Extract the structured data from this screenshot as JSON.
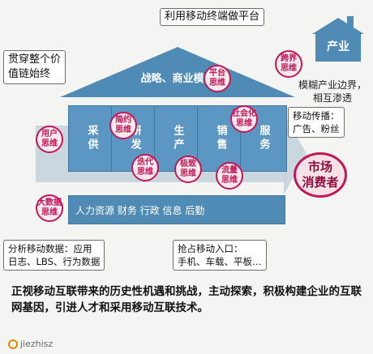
{
  "roof_label": "战略、商业模式",
  "pillars": [
    "采供",
    "研发",
    "生产",
    "销售",
    "服务"
  ],
  "base_label": "人力资源  财务  行政  信息  后勤",
  "market_label": [
    "市场",
    "消费者"
  ],
  "industry_label": "产业",
  "badges": {
    "platform": [
      "平台",
      "思维"
    ],
    "crossover": [
      "跨界",
      "思维"
    ],
    "simple": [
      "简约",
      "思维"
    ],
    "social": [
      "社会化",
      "思维"
    ],
    "user": [
      "用户",
      "思维"
    ],
    "iterate": [
      "迭代",
      "思维"
    ],
    "extreme": [
      "极致",
      "思维"
    ],
    "traffic": [
      "流量",
      "思维"
    ],
    "bigdata": [
      "大数据",
      "思维"
    ]
  },
  "callouts": {
    "top": "利用移动终端做平台",
    "left": [
      "贯穿整个价",
      "值链始终"
    ],
    "blur": [
      "模糊产业边界，",
      "相互渗透"
    ],
    "mobile_spread": [
      "移动传播：",
      "广告、粉丝"
    ],
    "analysis": [
      "分析移动数据：应用",
      "日志、LBS、行为数据"
    ],
    "entry": [
      "抢占移动入口：",
      "手机、车载、平板…"
    ]
  },
  "footer": "正视移动互联带来的历史性机遇和挑战，主动探索，积极构建企业的互联网基因，引进人才和采用移动互联技术。",
  "logo": "jiezhisz"
}
